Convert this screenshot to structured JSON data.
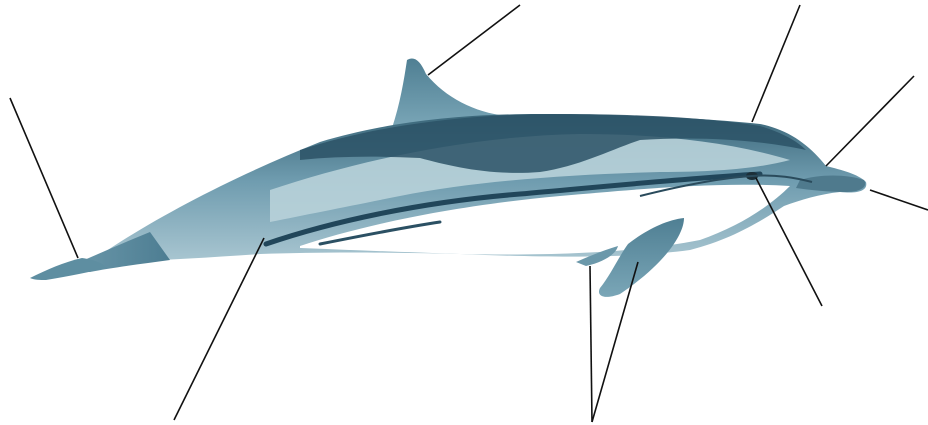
{
  "figure": {
    "subject": "dolphin-illustration",
    "labels_shown": false,
    "pointer_lines": [
      {
        "id": "tail-fluke"
      },
      {
        "id": "dorsal-fin"
      },
      {
        "id": "melon"
      },
      {
        "id": "rostrum-top"
      },
      {
        "id": "beak-tip"
      },
      {
        "id": "eye"
      },
      {
        "id": "flank-stripe"
      },
      {
        "id": "flippers"
      }
    ],
    "colors": {
      "back": "#3e6a7e",
      "cape_dark": "#2c5266",
      "flank": "#8db3c1",
      "light_flank": "#b9d2da",
      "belly": "#ffffff",
      "stripe": "#21465a",
      "fin": "#5f8ea1",
      "outline_lines": "#111111"
    }
  }
}
